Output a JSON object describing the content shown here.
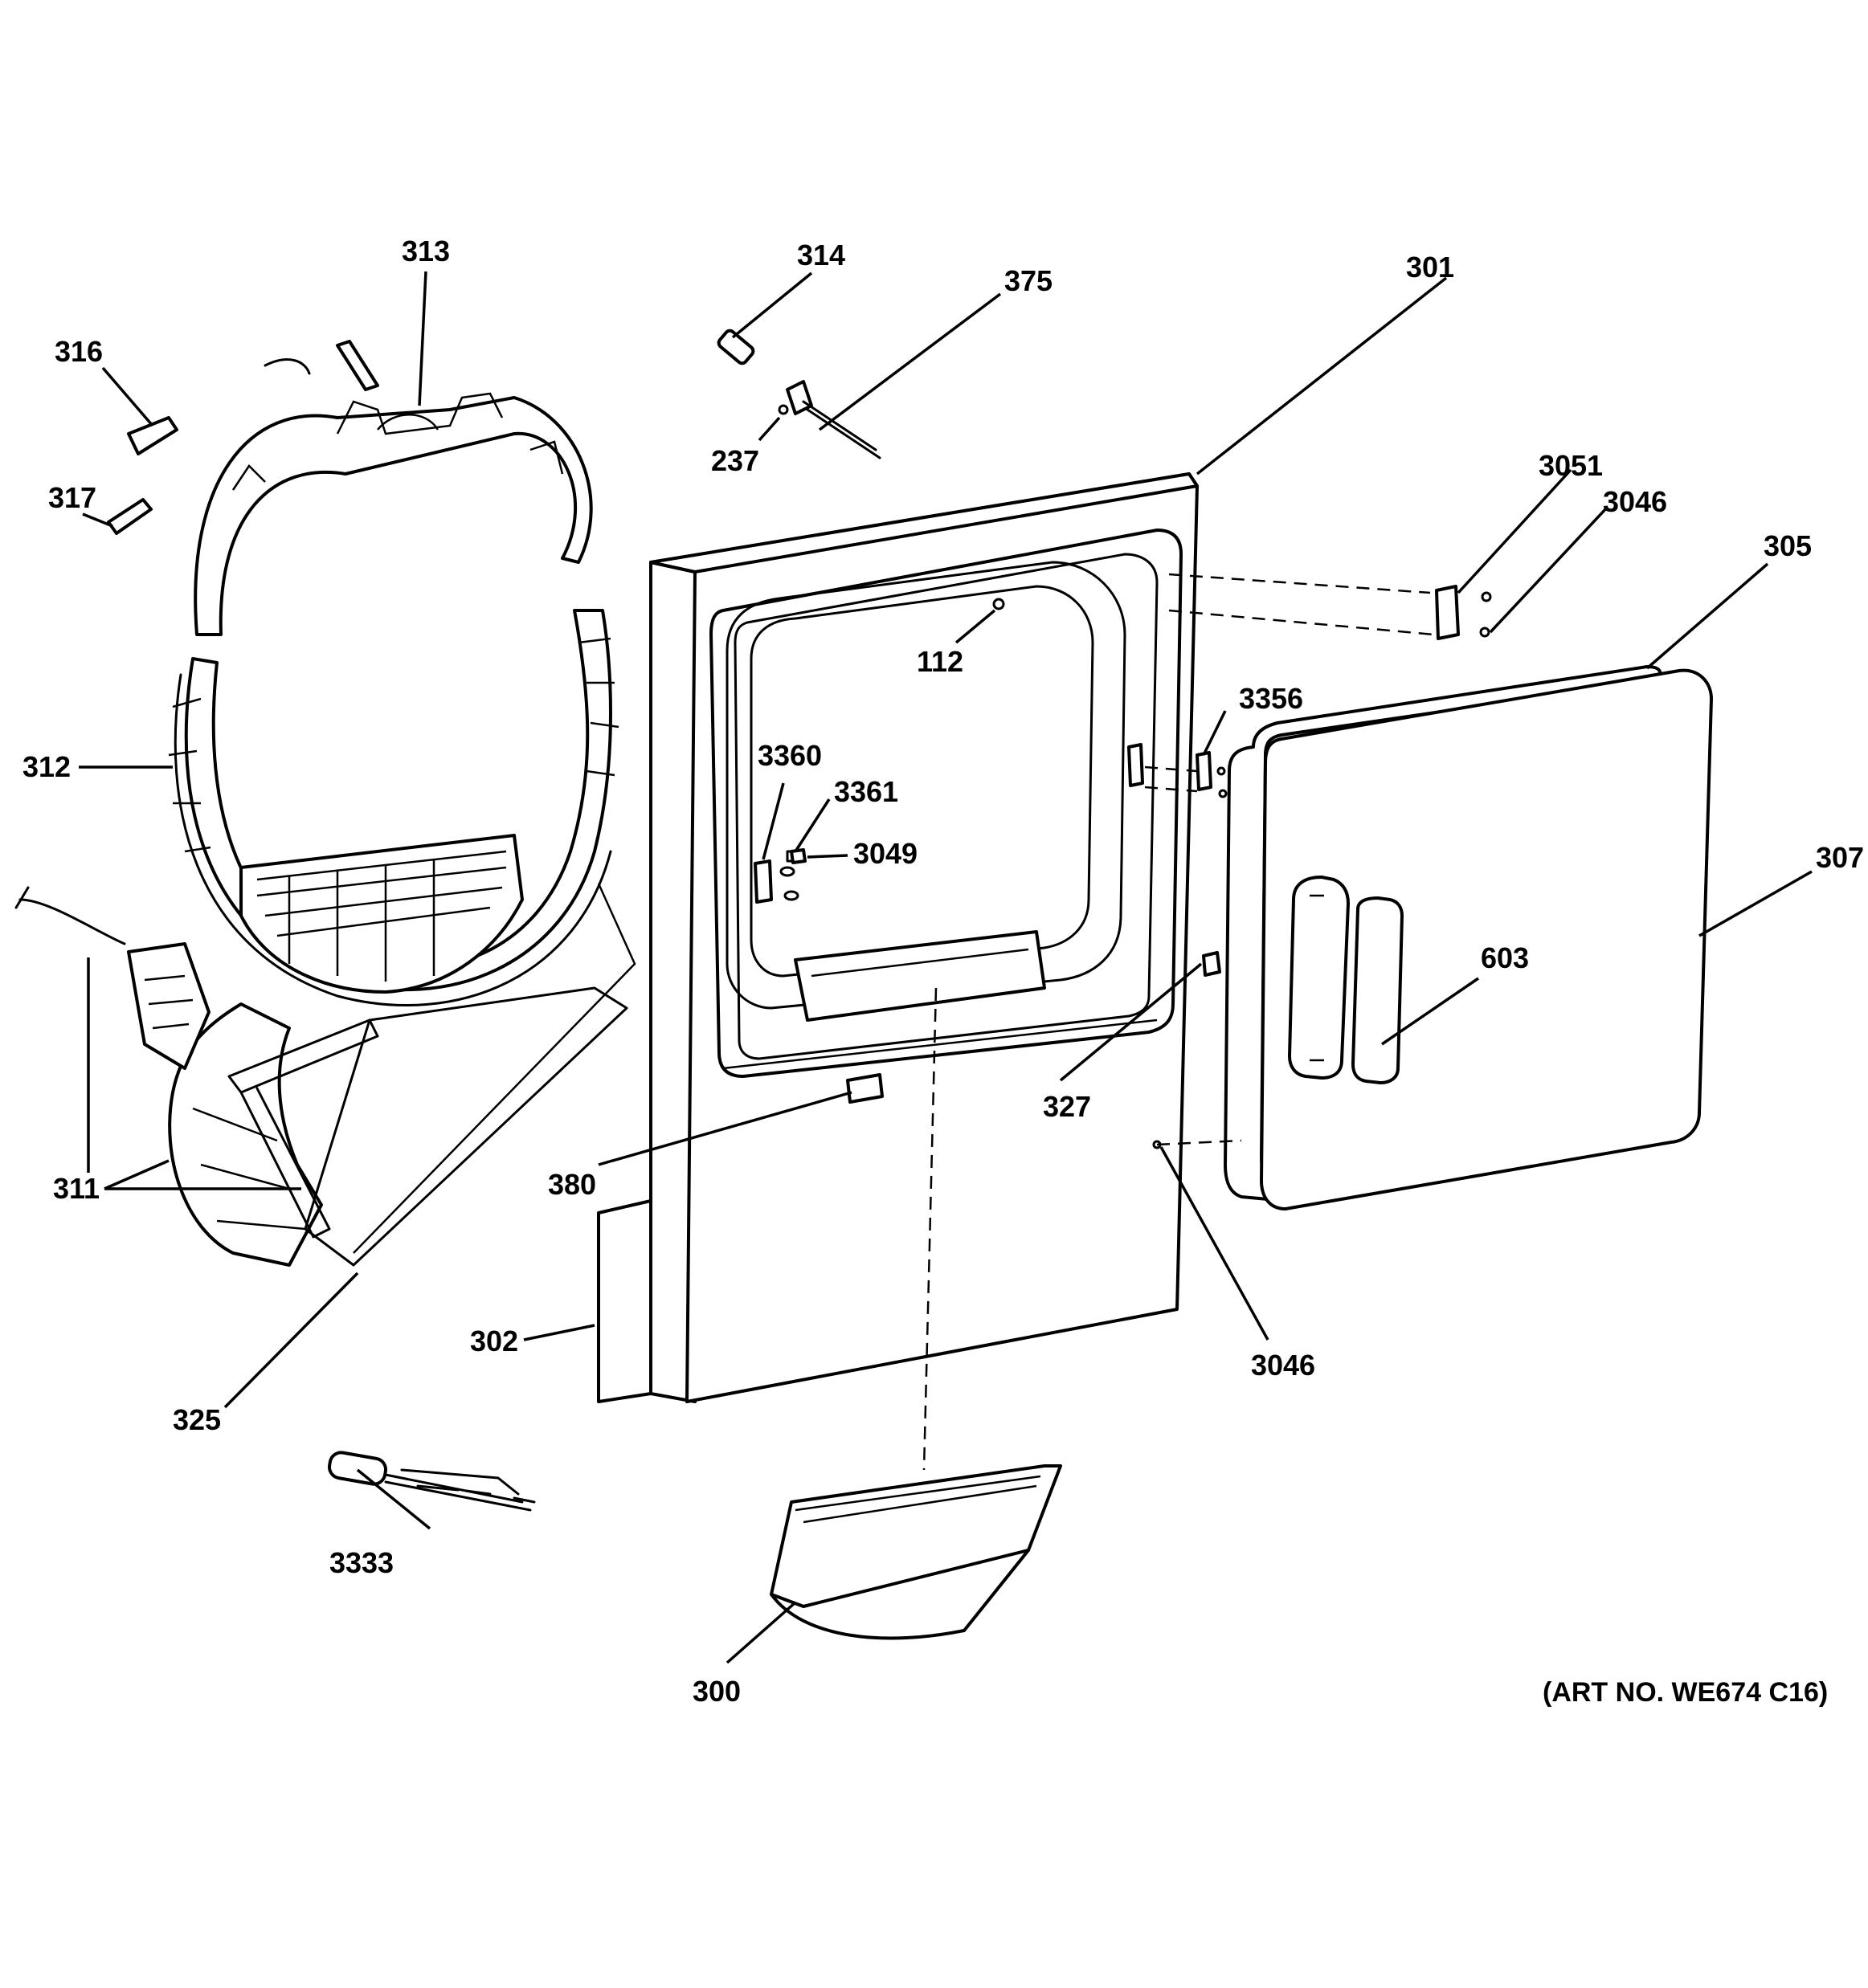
{
  "callouts": {
    "c313": "313",
    "c316": "316",
    "c317": "317",
    "c312": "312",
    "c311": "311",
    "c325": "325",
    "c314": "314",
    "c375": "375",
    "c237": "237",
    "c301": "301",
    "c112": "112",
    "c3360": "3360",
    "c3361": "3361",
    "c3049": "3049",
    "c380": "380",
    "c302": "302",
    "c3333": "3333",
    "c300": "300",
    "c3051": "3051",
    "c3046_top": "3046",
    "c305": "305",
    "c3356": "3356",
    "c307": "307",
    "c603": "603",
    "c327": "327",
    "c3046_bottom": "3046"
  },
  "art_number": "(ART NO. WE674 C16)"
}
